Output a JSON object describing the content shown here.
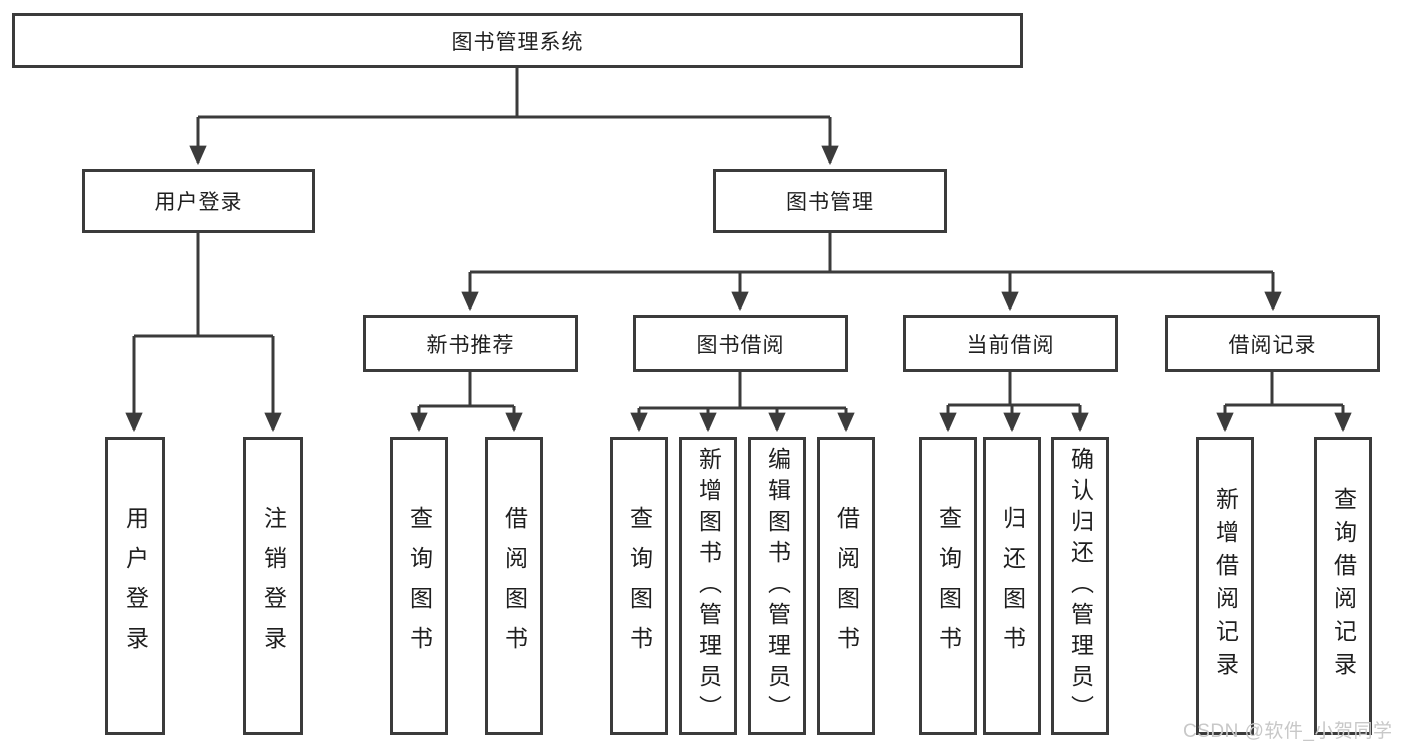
{
  "diagram": {
    "title": "图书管理系统",
    "root": {
      "label": "图书管理系统"
    },
    "level2": [
      {
        "label": "用户登录",
        "parent": "图书管理系统"
      },
      {
        "label": "图书管理",
        "parent": "图书管理系统"
      }
    ],
    "level3": [
      {
        "label": "新书推荐",
        "parent": "图书管理"
      },
      {
        "label": "图书借阅",
        "parent": "图书管理"
      },
      {
        "label": "当前借阅",
        "parent": "图书管理"
      },
      {
        "label": "借阅记录",
        "parent": "图书管理"
      }
    ],
    "leaves": [
      {
        "label": "用户登录",
        "parent": "用户登录"
      },
      {
        "label": "注销登录",
        "parent": "用户登录"
      },
      {
        "label": "查询图书",
        "parent": "新书推荐"
      },
      {
        "label": "借阅图书",
        "parent": "新书推荐"
      },
      {
        "label": "查询图书",
        "parent": "图书借阅"
      },
      {
        "label": "新增图书（管理员）",
        "parent": "图书借阅"
      },
      {
        "label": "编辑图书（管理员）",
        "parent": "图书借阅"
      },
      {
        "label": "借阅图书",
        "parent": "图书借阅"
      },
      {
        "label": "查询图书",
        "parent": "当前借阅"
      },
      {
        "label": "归还图书",
        "parent": "当前借阅"
      },
      {
        "label": "确认归还（管理员）",
        "parent": "当前借阅"
      },
      {
        "label": "新增借阅记录",
        "parent": "借阅记录"
      },
      {
        "label": "查询借阅记录",
        "parent": "借阅记录"
      }
    ]
  },
  "watermark": {
    "text": "CSDN @软件_小贺同学"
  },
  "colors": {
    "line": "#3b3b3b",
    "border": "#3b3b3b",
    "text": "#1f1f1f",
    "watermark": "#c8c8c8",
    "background": "#ffffff"
  }
}
